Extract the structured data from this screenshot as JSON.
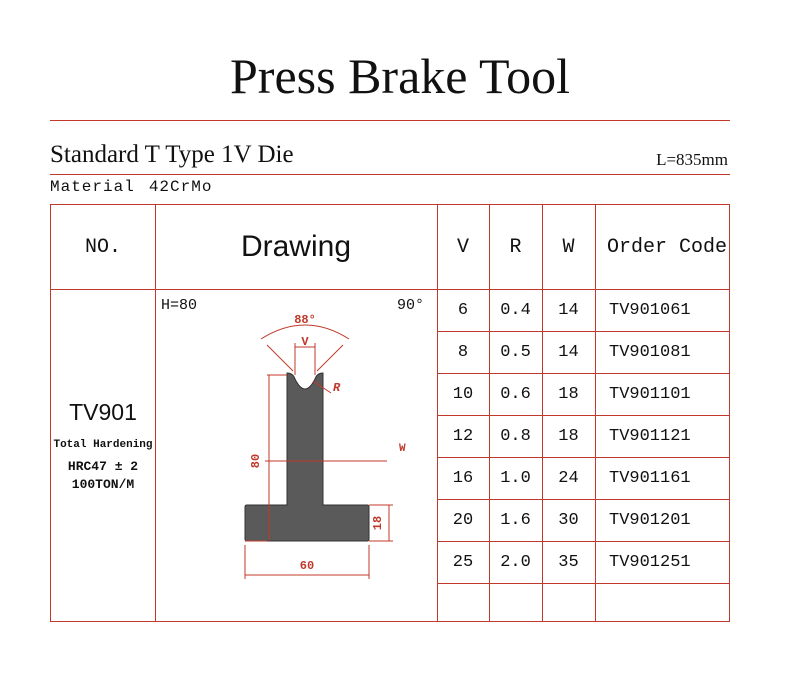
{
  "title": "Press Brake Tool",
  "subtitle": "Standard T Type 1V Die",
  "length": "L=835mm",
  "material": {
    "label": "Material",
    "value": "42CrMo"
  },
  "headers": {
    "no": "NO.",
    "drawing": "Drawing",
    "v": "V",
    "r": "R",
    "w": "W",
    "code": "Order Code"
  },
  "model": {
    "name": "TV901",
    "hardening": "Total Hardening",
    "hrc": "HRC47 ± 2",
    "ton": "100TON/M"
  },
  "drawing": {
    "height_label": "H=80",
    "angle_label": "90°",
    "tip_angle": "88°",
    "v_label": "V",
    "r_label": "R",
    "w_label": "W",
    "dim_height": "80",
    "dim_width": "60",
    "dim_base": "18"
  },
  "rows": [
    {
      "v": "6",
      "r": "0.4",
      "w": "14",
      "code": "TV901061"
    },
    {
      "v": "8",
      "r": "0.5",
      "w": "14",
      "code": "TV901081"
    },
    {
      "v": "10",
      "r": "0.6",
      "w": "18",
      "code": "TV901101"
    },
    {
      "v": "12",
      "r": "0.8",
      "w": "18",
      "code": "TV901121"
    },
    {
      "v": "16",
      "r": "1.0",
      "w": "24",
      "code": "TV901161"
    },
    {
      "v": "20",
      "r": "1.6",
      "w": "30",
      "code": "TV901201"
    },
    {
      "v": "25",
      "r": "2.0",
      "w": "35",
      "code": "TV901251"
    },
    {
      "v": "",
      "r": "",
      "w": "",
      "code": ""
    }
  ],
  "colors": {
    "accent": "#c0392b",
    "shape_fill": "#5a5a5a"
  }
}
